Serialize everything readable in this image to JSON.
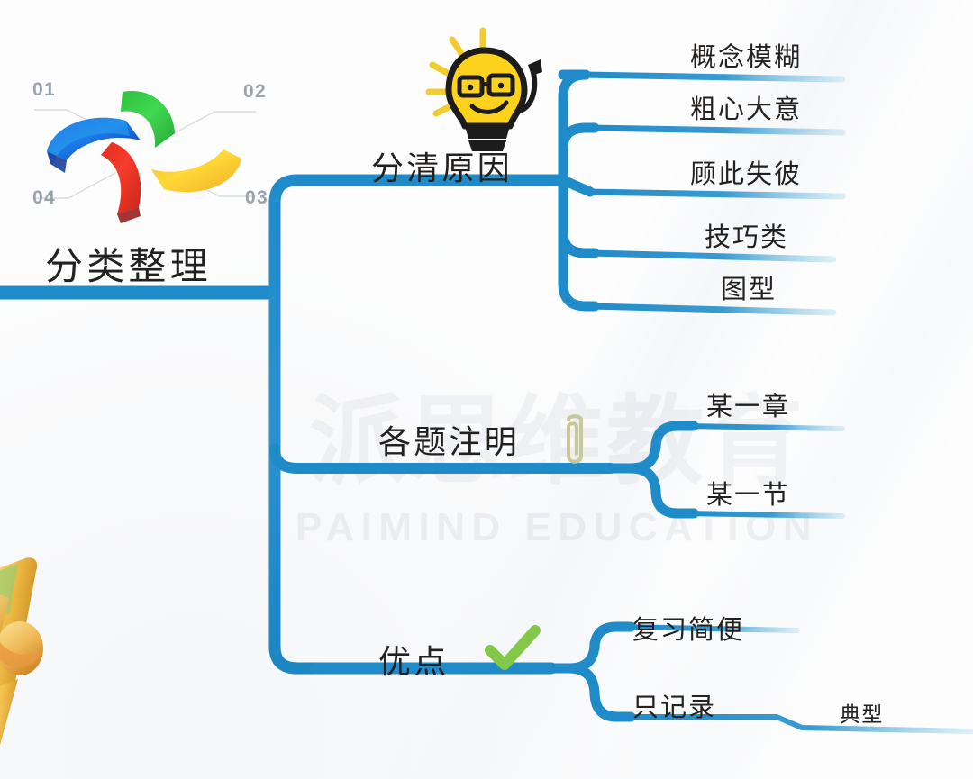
{
  "meta": {
    "title": "分类整理 思维导图",
    "accent_blue": "#1f8bc9",
    "accent_blue_dark": "#1577b0",
    "leaf_line_blue": "#2a93cf",
    "text_color": "#23211f",
    "background": "#fdfdfd"
  },
  "watermark": {
    "chinese": "派思维教育",
    "english": "PAIMIND EDUCATION"
  },
  "root": {
    "label": "分类整理",
    "icon": "pinwheel-icon",
    "step_numbers": [
      "01",
      "02",
      "03",
      "04"
    ]
  },
  "branches": [
    {
      "id": "reasons",
      "label": "分清原因",
      "icon": "lightbulb-idea-icon",
      "children": [
        {
          "label": "概念模糊"
        },
        {
          "label": "粗心大意"
        },
        {
          "label": "顾此失彼"
        },
        {
          "label": "技巧类"
        },
        {
          "label": "图型"
        }
      ]
    },
    {
      "id": "annotate",
      "label": "各题注明",
      "icon": "paperclip-icon",
      "children": [
        {
          "label": "某一章"
        },
        {
          "label": "某一节"
        }
      ]
    },
    {
      "id": "advantages",
      "label": "优点",
      "icon": "green-check-icon",
      "children": [
        {
          "label": "复习简便"
        },
        {
          "label": "只记录",
          "sub": {
            "label": "典型"
          }
        }
      ]
    }
  ]
}
